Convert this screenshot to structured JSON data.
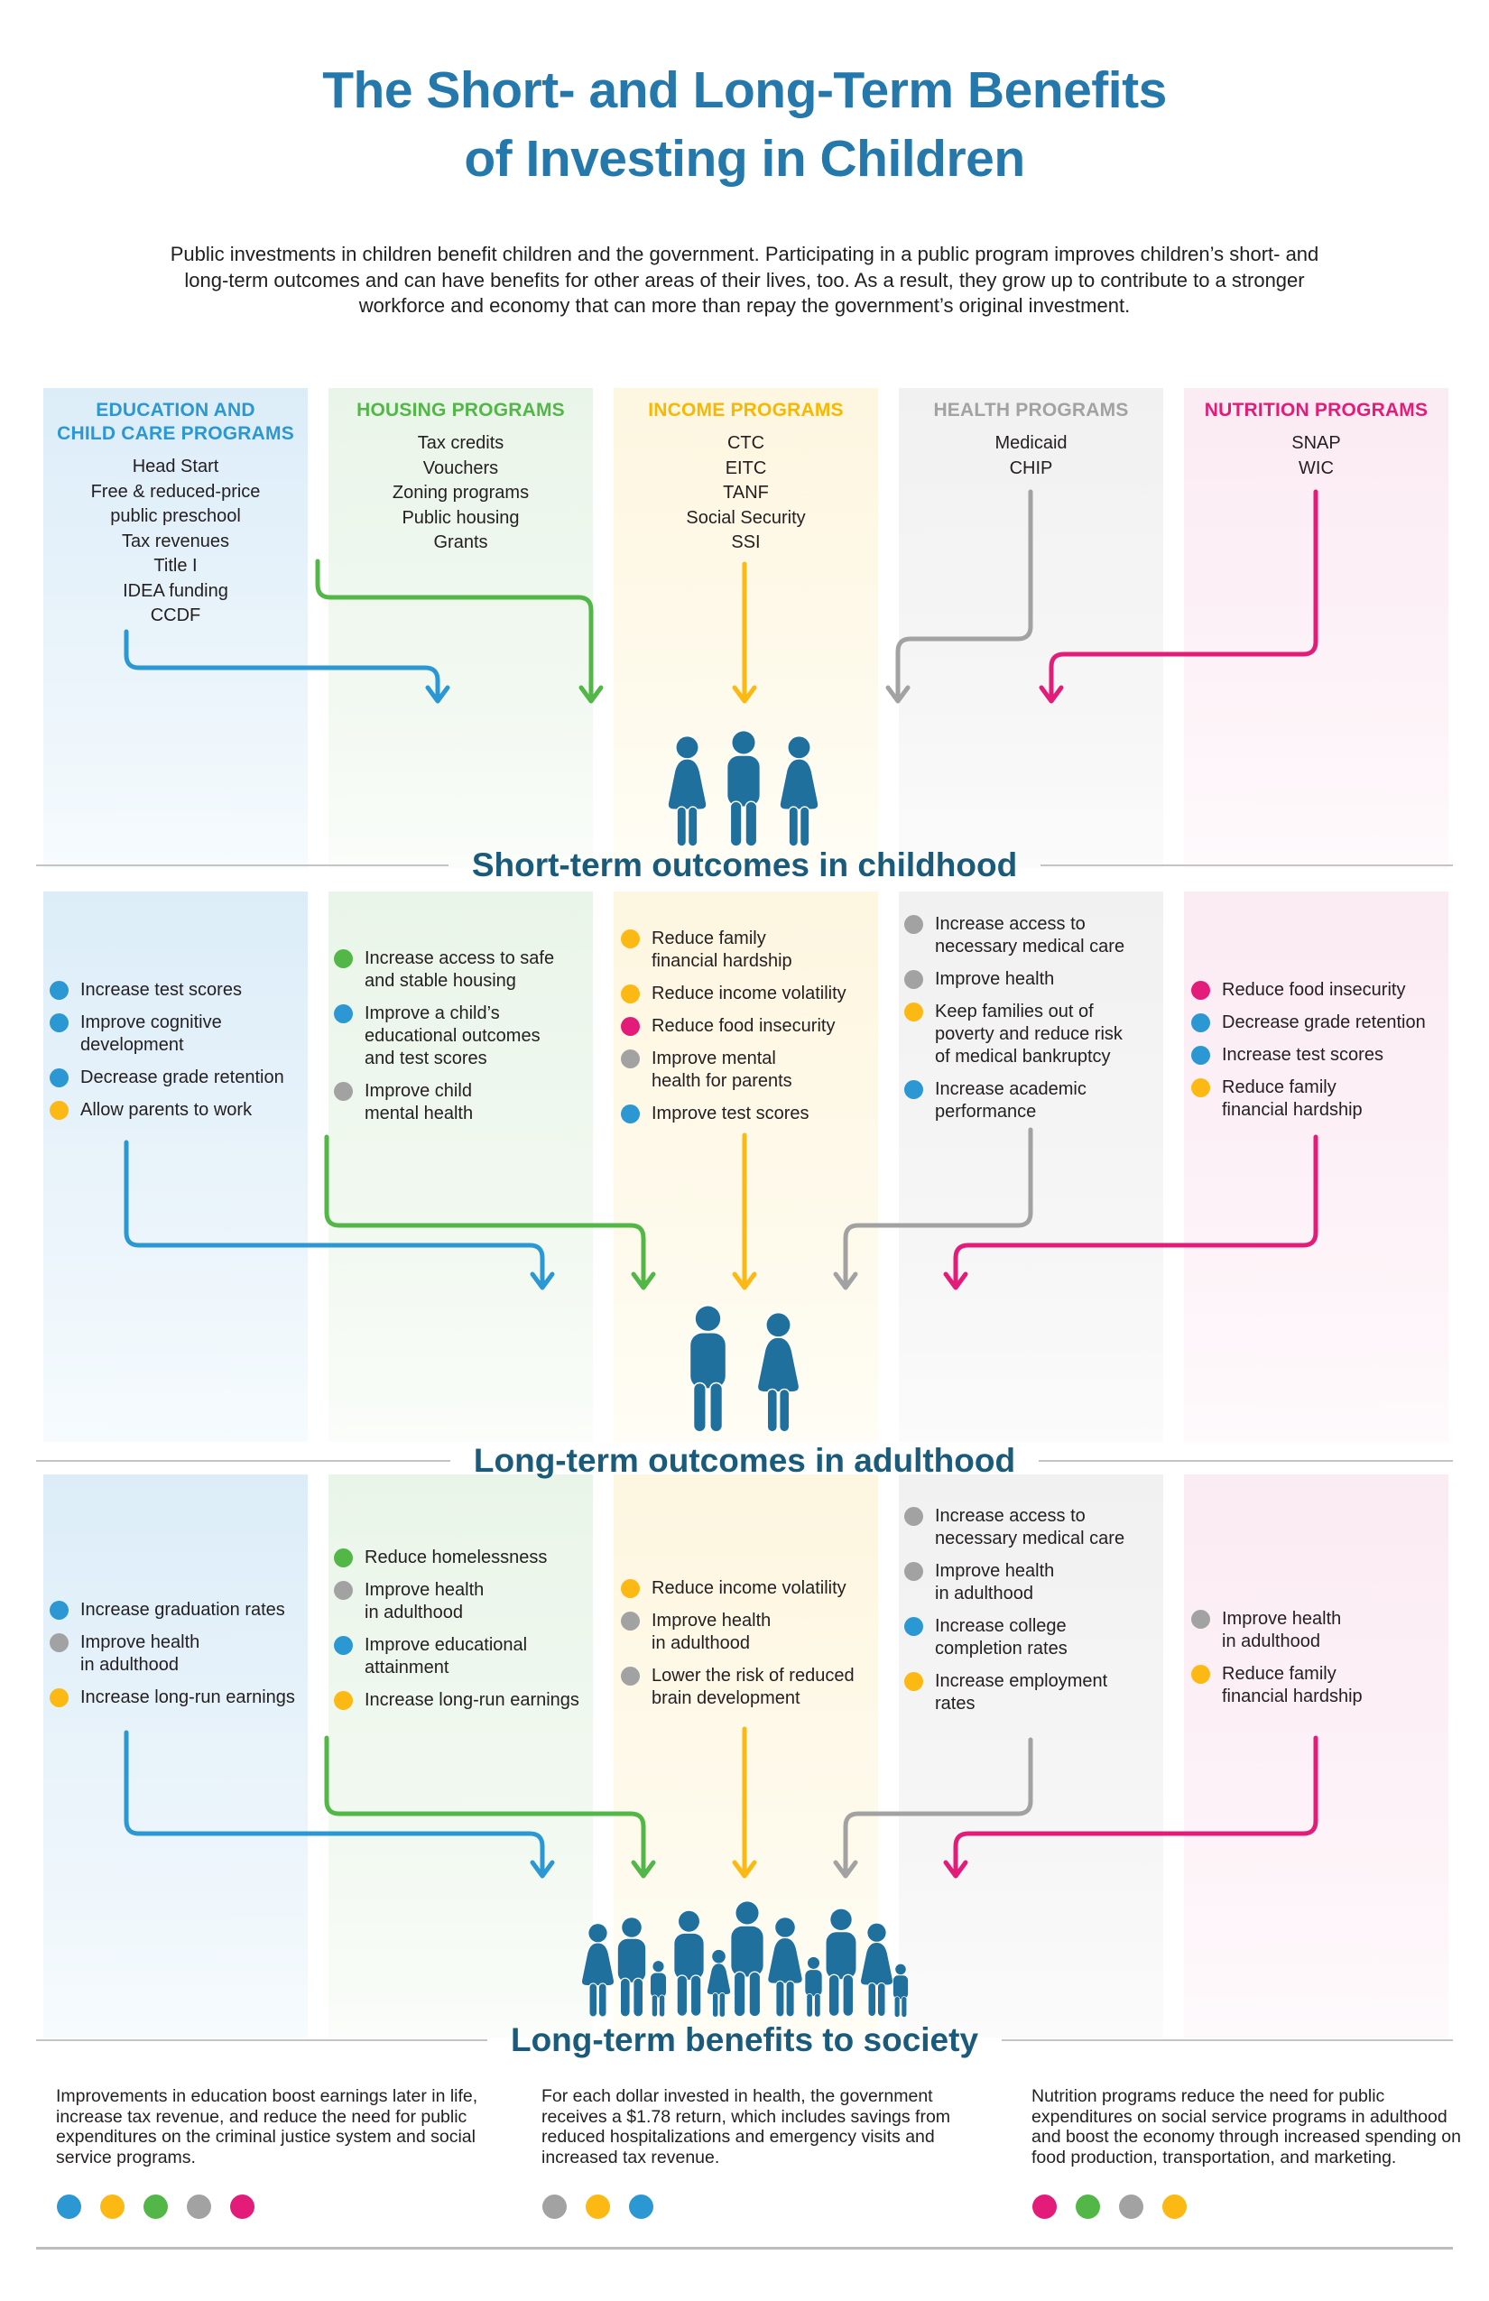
{
  "header": {
    "title": "The Short- and Long-Term Benefits\nof Investing in Children",
    "intro": "Public investments in children benefit children and the government. Participating in a public program improves children’s short- and long-term outcomes and can have benefits for other areas of their lives, too. As a result, they grow up to contribute to a stronger workforce and economy that can more than repay the government’s original investment."
  },
  "colors": {
    "blue": "#2b97d3",
    "green": "#53b748",
    "yellow": "#fdb913",
    "gray": "#a2a2a2",
    "pink": "#e31c79",
    "title_blue": "#2478ab",
    "heading_teal": "#1a5a7a",
    "people_blue": "#20709e"
  },
  "programs": [
    {
      "id": "education",
      "title": "EDUCATION AND\nCHILD CARE PROGRAMS",
      "color": "blue",
      "items": [
        "Head Start",
        "Free & reduced-price\npublic preschool",
        "Tax revenues",
        "Title I",
        "IDEA funding",
        "CCDF"
      ]
    },
    {
      "id": "housing",
      "title": "HOUSING PROGRAMS",
      "color": "green",
      "items": [
        "Tax credits",
        "Vouchers",
        "Zoning programs",
        "Public housing",
        "Grants"
      ]
    },
    {
      "id": "income",
      "title": "INCOME PROGRAMS",
      "color": "yellow",
      "items": [
        "CTC",
        "EITC",
        "TANF",
        "Social Security",
        "SSI"
      ]
    },
    {
      "id": "health",
      "title": "HEALTH PROGRAMS",
      "color": "gray",
      "items": [
        "Medicaid",
        "CHIP"
      ]
    },
    {
      "id": "nutrition",
      "title": "NUTRITION PROGRAMS",
      "color": "pink",
      "items": [
        "SNAP",
        "WIC"
      ]
    }
  ],
  "short_term": {
    "heading": "Short-term outcomes in childhood",
    "columns": [
      {
        "program": "education",
        "items": [
          {
            "c": "blue",
            "t": "Increase test scores"
          },
          {
            "c": "blue",
            "t": "Improve cognitive\ndevelopment"
          },
          {
            "c": "blue",
            "t": "Decrease grade retention"
          },
          {
            "c": "yellow",
            "t": "Allow parents to work"
          }
        ]
      },
      {
        "program": "housing",
        "items": [
          {
            "c": "green",
            "t": "Increase access to safe\nand stable housing"
          },
          {
            "c": "blue",
            "t": "Improve a child’s\neducational outcomes\nand test scores"
          },
          {
            "c": "gray",
            "t": "Improve child\nmental health"
          }
        ]
      },
      {
        "program": "income",
        "items": [
          {
            "c": "yellow",
            "t": "Reduce family\nfinancial hardship"
          },
          {
            "c": "yellow",
            "t": "Reduce income volatility"
          },
          {
            "c": "pink",
            "t": "Reduce food insecurity"
          },
          {
            "c": "gray",
            "t": "Improve mental\nhealth for parents"
          },
          {
            "c": "blue",
            "t": "Improve test scores"
          }
        ]
      },
      {
        "program": "health",
        "items": [
          {
            "c": "gray",
            "t": "Increase access to\nnecessary medical care"
          },
          {
            "c": "gray",
            "t": "Improve health"
          },
          {
            "c": "yellow",
            "t": "Keep families out of\npoverty and reduce risk\nof medical bankruptcy"
          },
          {
            "c": "blue",
            "t": "Increase academic\nperformance"
          }
        ]
      },
      {
        "program": "nutrition",
        "items": [
          {
            "c": "pink",
            "t": "Reduce food insecurity"
          },
          {
            "c": "blue",
            "t": "Decrease grade retention"
          },
          {
            "c": "blue",
            "t": "Increase test scores"
          },
          {
            "c": "yellow",
            "t": "Reduce family\nfinancial hardship"
          }
        ]
      }
    ]
  },
  "long_term": {
    "heading": "Long-term outcomes in adulthood",
    "columns": [
      {
        "program": "education",
        "items": [
          {
            "c": "blue",
            "t": "Increase graduation rates"
          },
          {
            "c": "gray",
            "t": "Improve health\nin adulthood"
          },
          {
            "c": "yellow",
            "t": "Increase long-run earnings"
          }
        ]
      },
      {
        "program": "housing",
        "items": [
          {
            "c": "green",
            "t": "Reduce homelessness"
          },
          {
            "c": "gray",
            "t": "Improve health\nin adulthood"
          },
          {
            "c": "blue",
            "t": "Improve educational\nattainment"
          },
          {
            "c": "yellow",
            "t": "Increase long-run earnings"
          }
        ]
      },
      {
        "program": "income",
        "items": [
          {
            "c": "yellow",
            "t": "Reduce income volatility"
          },
          {
            "c": "gray",
            "t": "Improve health\nin adulthood"
          },
          {
            "c": "gray",
            "t": "Lower the risk of reduced\nbrain development"
          }
        ]
      },
      {
        "program": "health",
        "items": [
          {
            "c": "gray",
            "t": "Increase access to\nnecessary medical care"
          },
          {
            "c": "gray",
            "t": "Improve health\nin adulthood"
          },
          {
            "c": "blue",
            "t": "Increase college\ncompletion rates"
          },
          {
            "c": "yellow",
            "t": "Increase employment\nrates"
          }
        ]
      },
      {
        "program": "nutrition",
        "items": [
          {
            "c": "gray",
            "t": "Improve health\nin adulthood"
          },
          {
            "c": "yellow",
            "t": "Reduce family\nfinancial hardship"
          }
        ]
      }
    ]
  },
  "society": {
    "heading": "Long-term benefits to society",
    "notes": [
      {
        "text": "Improvements in education boost earnings later in life, increase tax revenue, and reduce the need for public expenditures on the criminal justice system and social service programs.",
        "dots": [
          "blue",
          "yellow",
          "green",
          "gray",
          "pink"
        ]
      },
      {
        "text": "For each dollar invested in health, the government receives a $1.78 return, which includes savings from reduced hospitalizations and emergency visits and increased tax revenue.",
        "dots": [
          "gray",
          "yellow",
          "blue"
        ]
      },
      {
        "text": "Nutrition programs reduce the need for public expenditures on social service programs in adulthood and boost the economy through increased spending on food production, transportation, and marketing.",
        "dots": [
          "pink",
          "green",
          "gray",
          "yellow"
        ]
      }
    ]
  }
}
